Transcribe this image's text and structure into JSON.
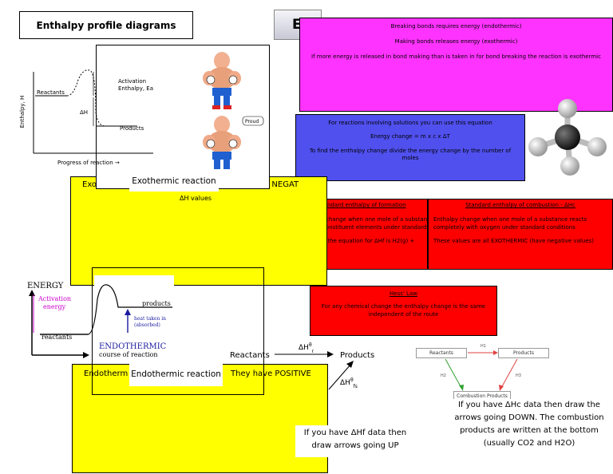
{
  "title": "Enthalpy profile diagrams",
  "gray_title": "Enthalpy Ch",
  "magenta": {
    "line1": "Breaking bonds requires energy (endothermic)",
    "line2": "Making bonds releases energy (exothermic)",
    "line3": "If more energy is released in bond making than is taken in for bond breaking the reaction is exothermic"
  },
  "blue": {
    "line1": "For reactions involving solutions you can use this equation",
    "line2": "Energy change = m x c x ΔT",
    "line3": "To find the enthalpy change divide the energy change by the number of moles"
  },
  "formation": {
    "heading": "Standard enthalpy of formation",
    "body": "Enthalpy change when one mole of a substance",
    "body2": "from its constituent elements under standard",
    "note": "For water the equation for ΔHf is H2(g) +"
  },
  "combustion": {
    "heading": "Standard enthalpy of combustion - ΔHc",
    "body": "Enthalpy change when one mole of a substance reacts completely with oxygen under standard conditions",
    "note": "These values are all EXOTHERMIC (have negative values)"
  },
  "hess": {
    "heading": "Hess' Law",
    "body": "For any chemical change the enthalpy change is the same independent of the route"
  },
  "exo": {
    "box_left": "Exothermic",
    "box_right": "They have NEGAT",
    "box_sub": "ΔH values",
    "label": "Exothermic reaction"
  },
  "endo": {
    "box_left": "Endotherm",
    "box_right": "They have POSITIVE",
    "label": "Endothermic reaction"
  },
  "exo_diagram": {
    "yaxis": "Enthalpy, H",
    "reactants": "Reactants",
    "activation": "Activation",
    "activation2": "Enthalpy, Ea",
    "dh": "ΔH",
    "products": "Products",
    "xaxis": "Progress of reaction →"
  },
  "endo_diagram": {
    "energy": "ENERGY",
    "activation": "Activation",
    "activation2": "energy",
    "products": "products",
    "heat": "heat taken in",
    "heat2": "(absorbed)",
    "reactants": "reactants",
    "endothermic": "ENDOTHERMIC",
    "course": "course of reaction"
  },
  "figure_labels": {
    "proud": "Proud"
  },
  "hess_diagram": {
    "reactants": "Reactants",
    "products": "Products",
    "dhr": "ΔH",
    "dhr_sup": "θ",
    "dhr_sub": "r",
    "dhfs": "ΔH",
    "dhfs_sup": "θ",
    "dhfs_sub": "fs"
  },
  "flow": {
    "reactants": "Reactants",
    "products": "Products",
    "combustion": "Combustion Products",
    "h_top": "H1",
    "h_left": "H2",
    "h_right": "H3"
  },
  "notes": {
    "up": "If you have ΔHf data then draw arrows going UP",
    "down": "If you have ΔHc data then draw the arrows going DOWN. The combustion products are written at the bottom (usually CO2 and H2O)"
  }
}
